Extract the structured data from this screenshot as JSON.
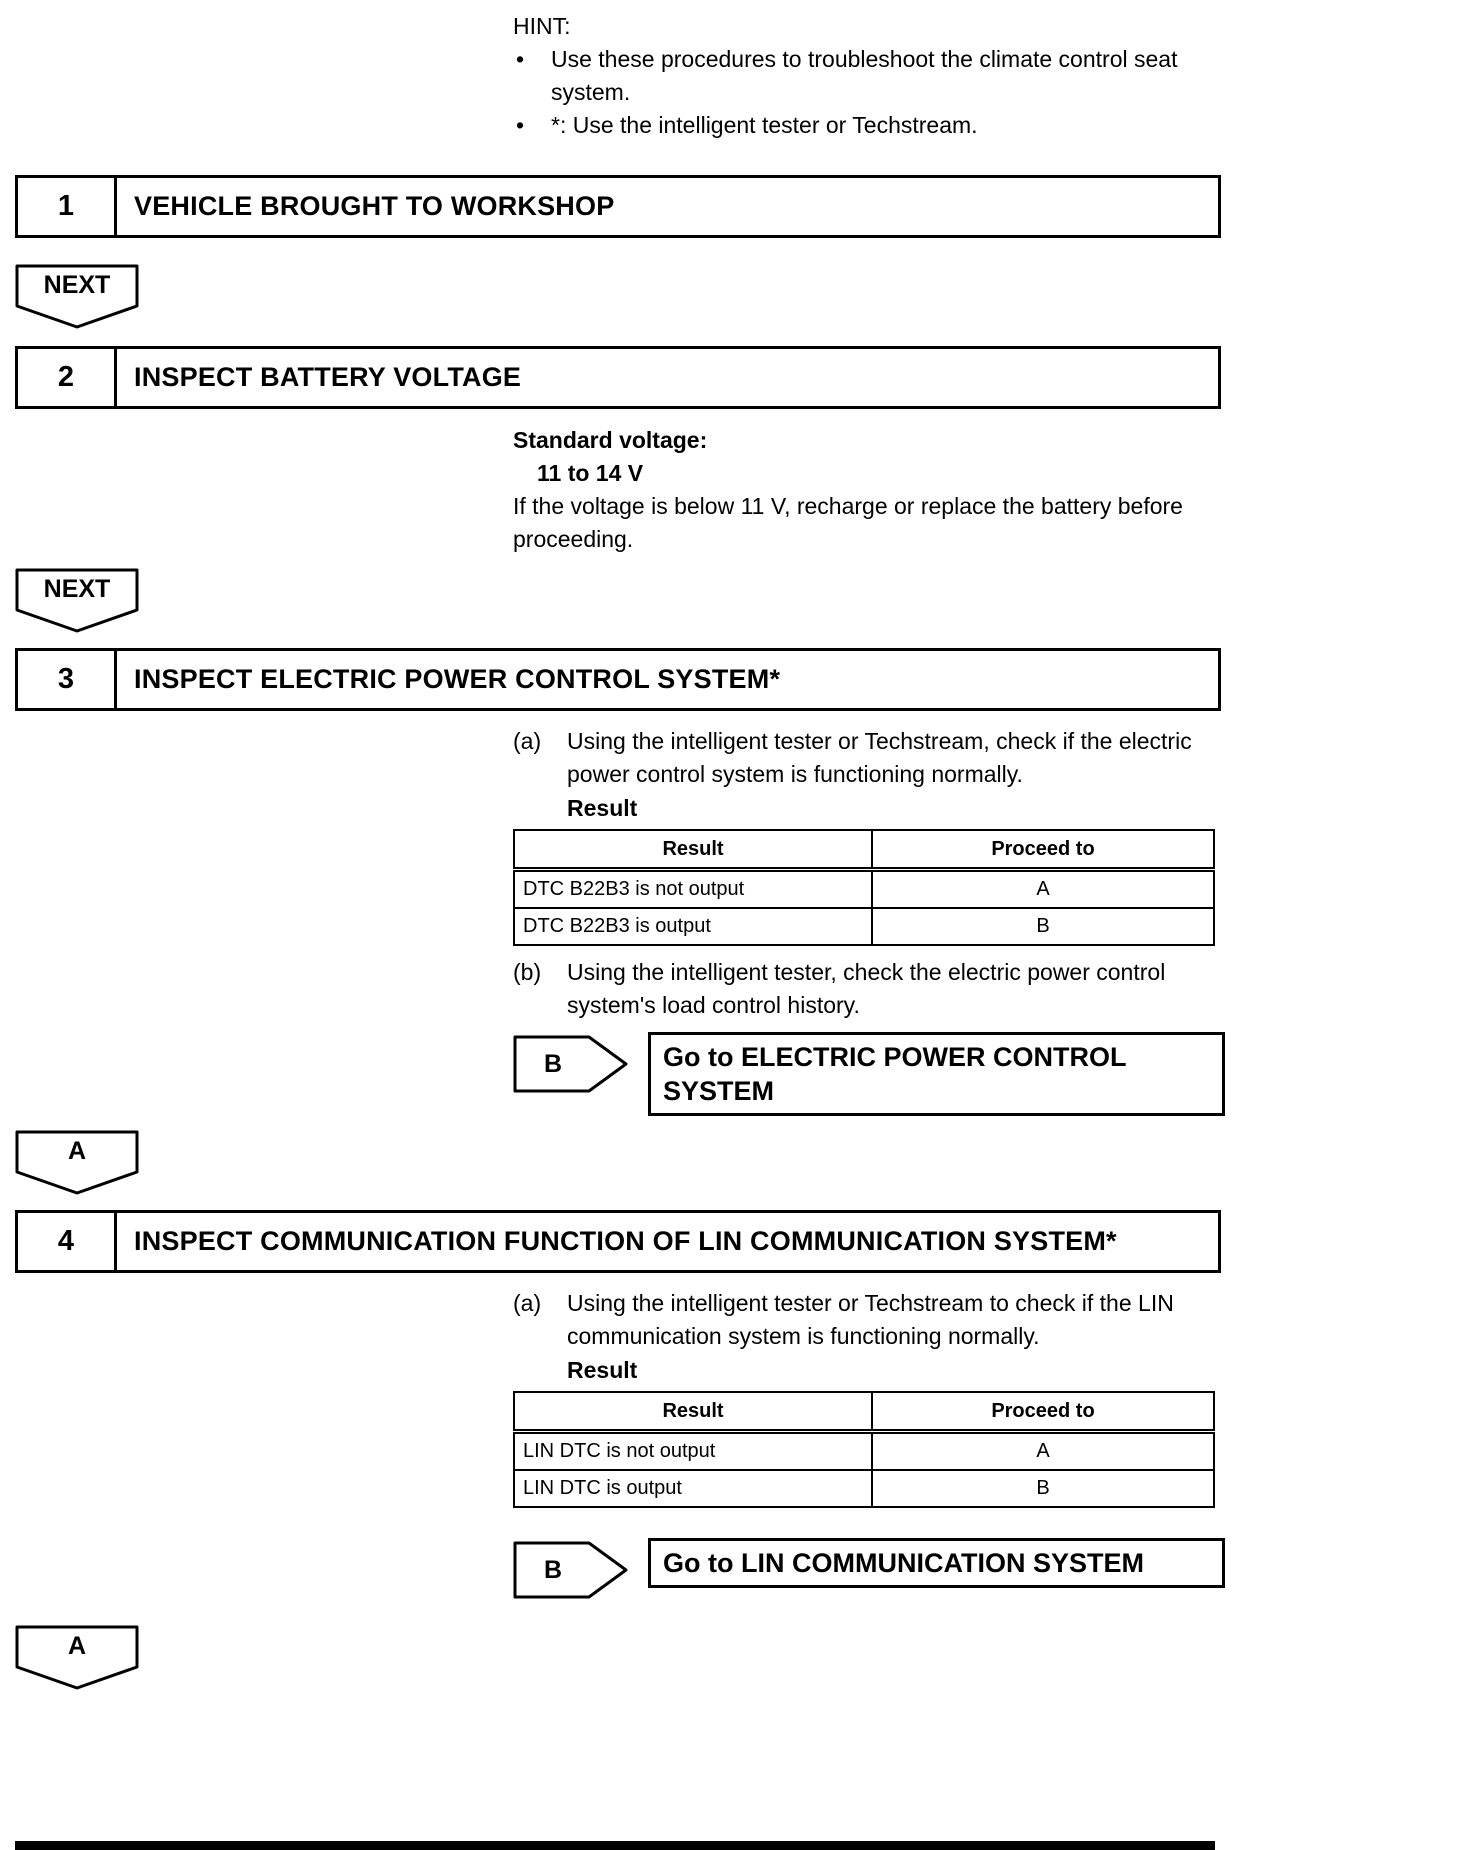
{
  "hint": {
    "label": "HINT:",
    "bullet_marker": "•",
    "bullets": [
      "Use these procedures to troubleshoot the climate control seat system.",
      "*: Use the intelligent tester or Techstream."
    ]
  },
  "steps": [
    {
      "number": "1",
      "title": "VEHICLE BROUGHT TO WORKSHOP"
    },
    {
      "number": "2",
      "title": "INSPECT BATTERY VOLTAGE"
    },
    {
      "number": "3",
      "title": "INSPECT ELECTRIC POWER CONTROL SYSTEM*"
    },
    {
      "number": "4",
      "title": "INSPECT COMMUNICATION FUNCTION OF LIN COMMUNICATION SYSTEM*"
    }
  ],
  "connectors": {
    "next": "NEXT",
    "a": "A"
  },
  "step2_detail": {
    "standard_label": "Standard voltage:",
    "standard_value": "11 to 14 V",
    "note": "If the voltage is below 11 V, recharge or replace the battery before proceeding."
  },
  "step3_detail": {
    "items": [
      {
        "label": "(a)",
        "text": "Using the intelligent tester or Techstream, check if the electric power control system is functioning normally."
      },
      {
        "label": "(b)",
        "text": "Using the intelligent tester, check the electric power control system's load control history."
      }
    ],
    "result_label": "Result",
    "table": {
      "headers": [
        "Result",
        "Proceed to"
      ],
      "rows": [
        [
          "DTC B22B3 is not output",
          "A"
        ],
        [
          "DTC B22B3 is output",
          "B"
        ]
      ]
    },
    "branch": {
      "label": "B",
      "target": "Go to ELECTRIC POWER CONTROL SYSTEM"
    }
  },
  "step4_detail": {
    "items": [
      {
        "label": "(a)",
        "text": "Using the intelligent tester or Techstream to check if the LIN communication system is functioning normally."
      }
    ],
    "result_label": "Result",
    "table": {
      "headers": [
        "Result",
        "Proceed to"
      ],
      "rows": [
        [
          "LIN DTC is not output",
          "A"
        ],
        [
          "LIN DTC is output",
          "B"
        ]
      ]
    },
    "branch": {
      "label": "B",
      "target": "Go to LIN COMMUNICATION SYSTEM"
    }
  }
}
